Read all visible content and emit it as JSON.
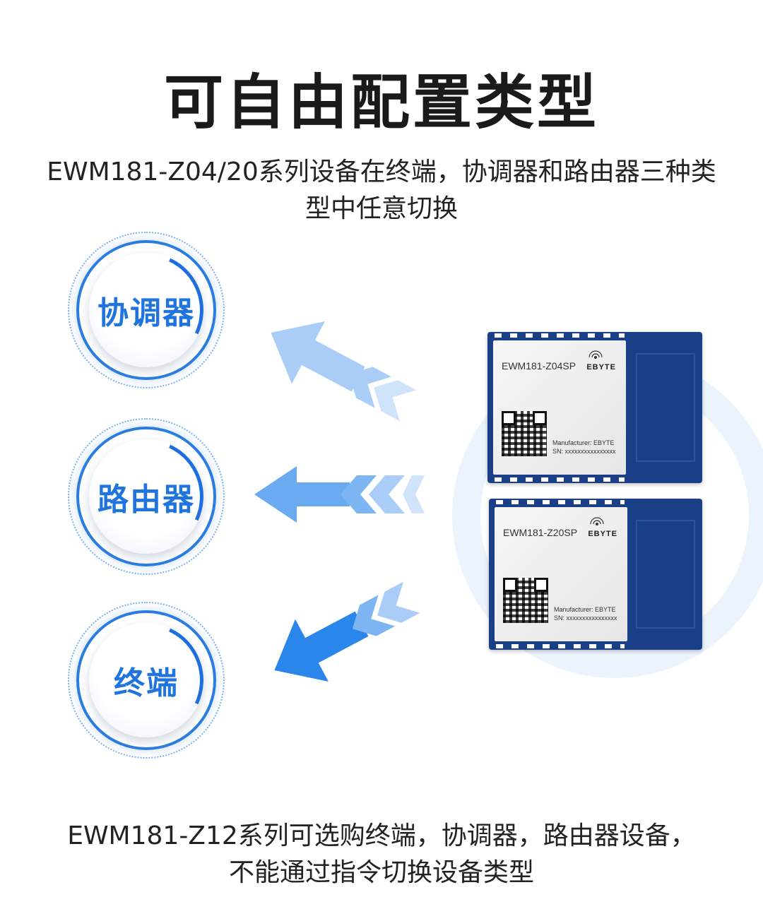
{
  "title": "可自由配置类型",
  "subtitle": {
    "line1": "EWM181-Z04/20系列设备在终端，协调器和路由器三种类",
    "line2": "型中任意切换"
  },
  "roles": [
    {
      "label": "协调器"
    },
    {
      "label": "路由器"
    },
    {
      "label": "终端"
    }
  ],
  "modules": [
    {
      "model": "EWM181-Z04SP",
      "brand": "EBYTE",
      "manufacturer": "Manufacturer: EBYTE",
      "sn": "SN: xxxxxxxxxxxxxxxx"
    },
    {
      "model": "EWM181-Z20SP",
      "brand": "EBYTE",
      "manufacturer": "Manufacturer: EBYTE",
      "sn": "SN: xxxxxxxxxxxxxxxx"
    }
  ],
  "footer": {
    "line1": "EWM181-Z12系列可选购终端，协调器，路由器设备，",
    "line2": "不能通过指令切换设备类型"
  },
  "colors": {
    "accent": "#1f74dd",
    "arrow_light": "#a9cdf6",
    "arrow_mid": "#6aaaf0",
    "arrow_dark": "#2b86ec",
    "module_pcb": "#1a3f86"
  },
  "icons": [
    "arrow-left-up-icon",
    "arrow-left-icon",
    "arrow-left-down-icon",
    "wifi-signal-icon"
  ]
}
